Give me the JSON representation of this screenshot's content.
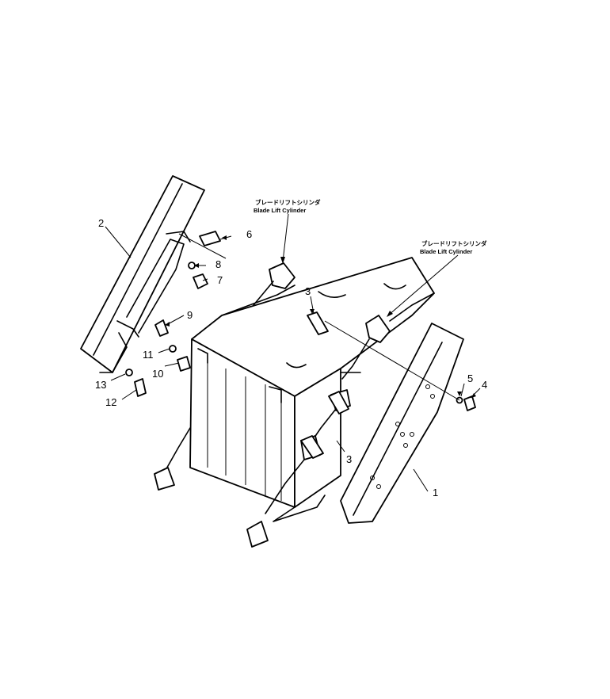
{
  "callouts": [
    {
      "id": "1",
      "label": "1"
    },
    {
      "id": "2",
      "label": "2"
    },
    {
      "id": "3a",
      "label": "3"
    },
    {
      "id": "3b",
      "label": "3"
    },
    {
      "id": "4",
      "label": "4"
    },
    {
      "id": "5",
      "label": "5"
    },
    {
      "id": "6",
      "label": "6"
    },
    {
      "id": "7",
      "label": "7"
    },
    {
      "id": "8",
      "label": "8"
    },
    {
      "id": "9",
      "label": "9"
    },
    {
      "id": "10",
      "label": "10"
    },
    {
      "id": "11",
      "label": "11"
    },
    {
      "id": "12",
      "label": "12"
    },
    {
      "id": "13",
      "label": "13"
    }
  ],
  "annotations": [
    {
      "jp": "ブレードリフトシリンダ",
      "en": "Blade Lift Cylinder"
    },
    {
      "jp": "ブレードリフトシリンダ",
      "en": "Blade Lift Cylinder"
    }
  ]
}
